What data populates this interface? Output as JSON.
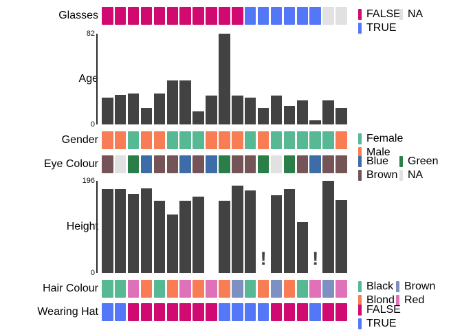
{
  "figure": {
    "background": "#ffffff",
    "bar_color": "#424242",
    "axis_color": "#2b2b2b",
    "na_mark_glyph": "!"
  },
  "chart_data": [
    {
      "id": "glasses",
      "type": "heatmap",
      "label": "Glasses",
      "values": [
        "FALSE",
        "FALSE",
        "FALSE",
        "FALSE",
        "FALSE",
        "FALSE",
        "FALSE",
        "FALSE",
        "FALSE",
        "FALSE",
        "FALSE",
        "TRUE",
        "TRUE",
        "TRUE",
        "TRUE",
        "TRUE",
        "TRUE",
        "NA",
        "NA"
      ],
      "colors": {
        "FALSE": "#D00A70",
        "TRUE": "#5377F7",
        "NA": "#E1E1E1"
      },
      "legend_columns": [
        [
          "FALSE",
          "TRUE"
        ],
        [
          "NA"
        ]
      ]
    },
    {
      "id": "age",
      "type": "bar",
      "label": "Age",
      "ylim": [
        0,
        82
      ],
      "values": [
        24,
        27,
        28,
        15,
        28,
        40,
        40,
        12,
        26,
        82,
        26,
        24,
        15,
        26,
        17,
        22,
        4,
        22,
        15
      ],
      "na_marks": []
    },
    {
      "id": "gender",
      "type": "heatmap",
      "label": "Gender",
      "values": [
        "Male",
        "Male",
        "Female",
        "Male",
        "Male",
        "Female",
        "Female",
        "Female",
        "Male",
        "Male",
        "Male",
        "Female",
        "Male",
        "Female",
        "Female",
        "Female",
        "Female",
        "Female",
        "Male"
      ],
      "colors": {
        "Female": "#57B894",
        "Male": "#F87C54"
      },
      "legend_columns": [
        [
          "Female",
          "Male"
        ]
      ]
    },
    {
      "id": "eye",
      "type": "heatmap",
      "label": "Eye Colour",
      "values": [
        "Brown",
        "NA",
        "Green",
        "Blue",
        "Brown",
        "Brown",
        "Blue",
        "Brown",
        "Blue",
        "Green",
        "Brown",
        "Brown",
        "Green",
        "NA",
        "Green",
        "Brown",
        "Blue",
        "Brown",
        "Brown"
      ],
      "colors": {
        "Blue": "#3C6DA9",
        "Brown": "#755457",
        "Green": "#2A7E48",
        "NA": "#E1E1E1"
      },
      "legend_columns": [
        [
          "Blue",
          "Brown"
        ],
        [
          "Green",
          "NA"
        ]
      ]
    },
    {
      "id": "height",
      "type": "bar",
      "label": "Height",
      "ylim": [
        0,
        196
      ],
      "values": [
        179,
        179,
        168,
        180,
        154,
        125,
        154,
        163,
        null,
        154,
        186,
        175,
        null,
        165,
        179,
        108,
        null,
        196,
        155
      ],
      "na_marks": [
        13,
        17
      ]
    },
    {
      "id": "hair",
      "type": "heatmap",
      "label": "Hair Colour",
      "values": [
        "Black",
        "Black",
        "Red",
        "Blond",
        "Black",
        "Blond",
        "Red",
        "Blond",
        "Red",
        "Blond",
        "Brown",
        "Black",
        "Blond",
        "Brown",
        "Blond",
        "Black",
        "Red",
        "Brown",
        "Red"
      ],
      "colors": {
        "Black": "#57B894",
        "Blond": "#F87C54",
        "Brown": "#7E8FC1",
        "Red": "#DE71B7"
      },
      "legend_columns": [
        [
          "Black",
          "Blond"
        ],
        [
          "Brown",
          "Red"
        ]
      ]
    },
    {
      "id": "hat",
      "type": "heatmap",
      "label": "Wearing Hat",
      "values": [
        "TRUE",
        "TRUE",
        "FALSE",
        "FALSE",
        "FALSE",
        "FALSE",
        "FALSE",
        "FALSE",
        "FALSE",
        "TRUE",
        "TRUE",
        "TRUE",
        "TRUE",
        "FALSE",
        "FALSE",
        "FALSE",
        "TRUE",
        "FALSE",
        "FALSE"
      ],
      "colors": {
        "FALSE": "#D00A70",
        "TRUE": "#5377F7"
      },
      "legend_columns": [
        [
          "FALSE",
          "TRUE"
        ]
      ]
    }
  ]
}
